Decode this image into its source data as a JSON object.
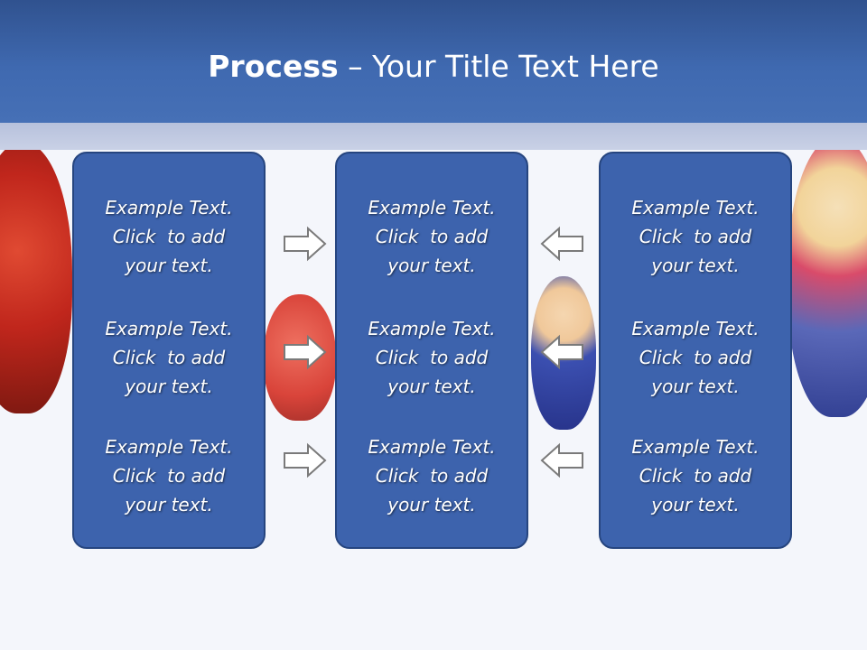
{
  "header": {
    "title_bold": "Process",
    "title_rest": " – Your Title Text Here"
  },
  "panels": [
    {
      "items": [
        {
          "line1": "Example Text.",
          "line2": "Click  to add",
          "line3": "your text."
        },
        {
          "line1": "Example Text.",
          "line2": "Click  to add",
          "line3": "your text."
        },
        {
          "line1": "Example Text.",
          "line2": "Click  to add",
          "line3": "your text."
        }
      ]
    },
    {
      "items": [
        {
          "line1": "Example Text.",
          "line2": "Click  to add",
          "line3": "your text."
        },
        {
          "line1": "Example Text.",
          "line2": "Click  to add",
          "line3": "your text."
        },
        {
          "line1": "Example Text.",
          "line2": "Click  to add",
          "line3": "your text."
        }
      ]
    },
    {
      "items": [
        {
          "line1": "Example Text.",
          "line2": "Click  to add",
          "line3": "your text."
        },
        {
          "line1": "Example Text.",
          "line2": "Click  to add",
          "line3": "your text."
        },
        {
          "line1": "Example Text.",
          "line2": "Click  to add",
          "line3": "your text."
        }
      ]
    }
  ],
  "icons": {
    "left_arrows": "arrow-right-icon",
    "right_arrows": "arrow-left-icon"
  },
  "colors": {
    "header": "#3f69b0",
    "panel": "#3d63ad",
    "panel_border": "#26457f",
    "arrow_outline": "#7a7a7a"
  }
}
